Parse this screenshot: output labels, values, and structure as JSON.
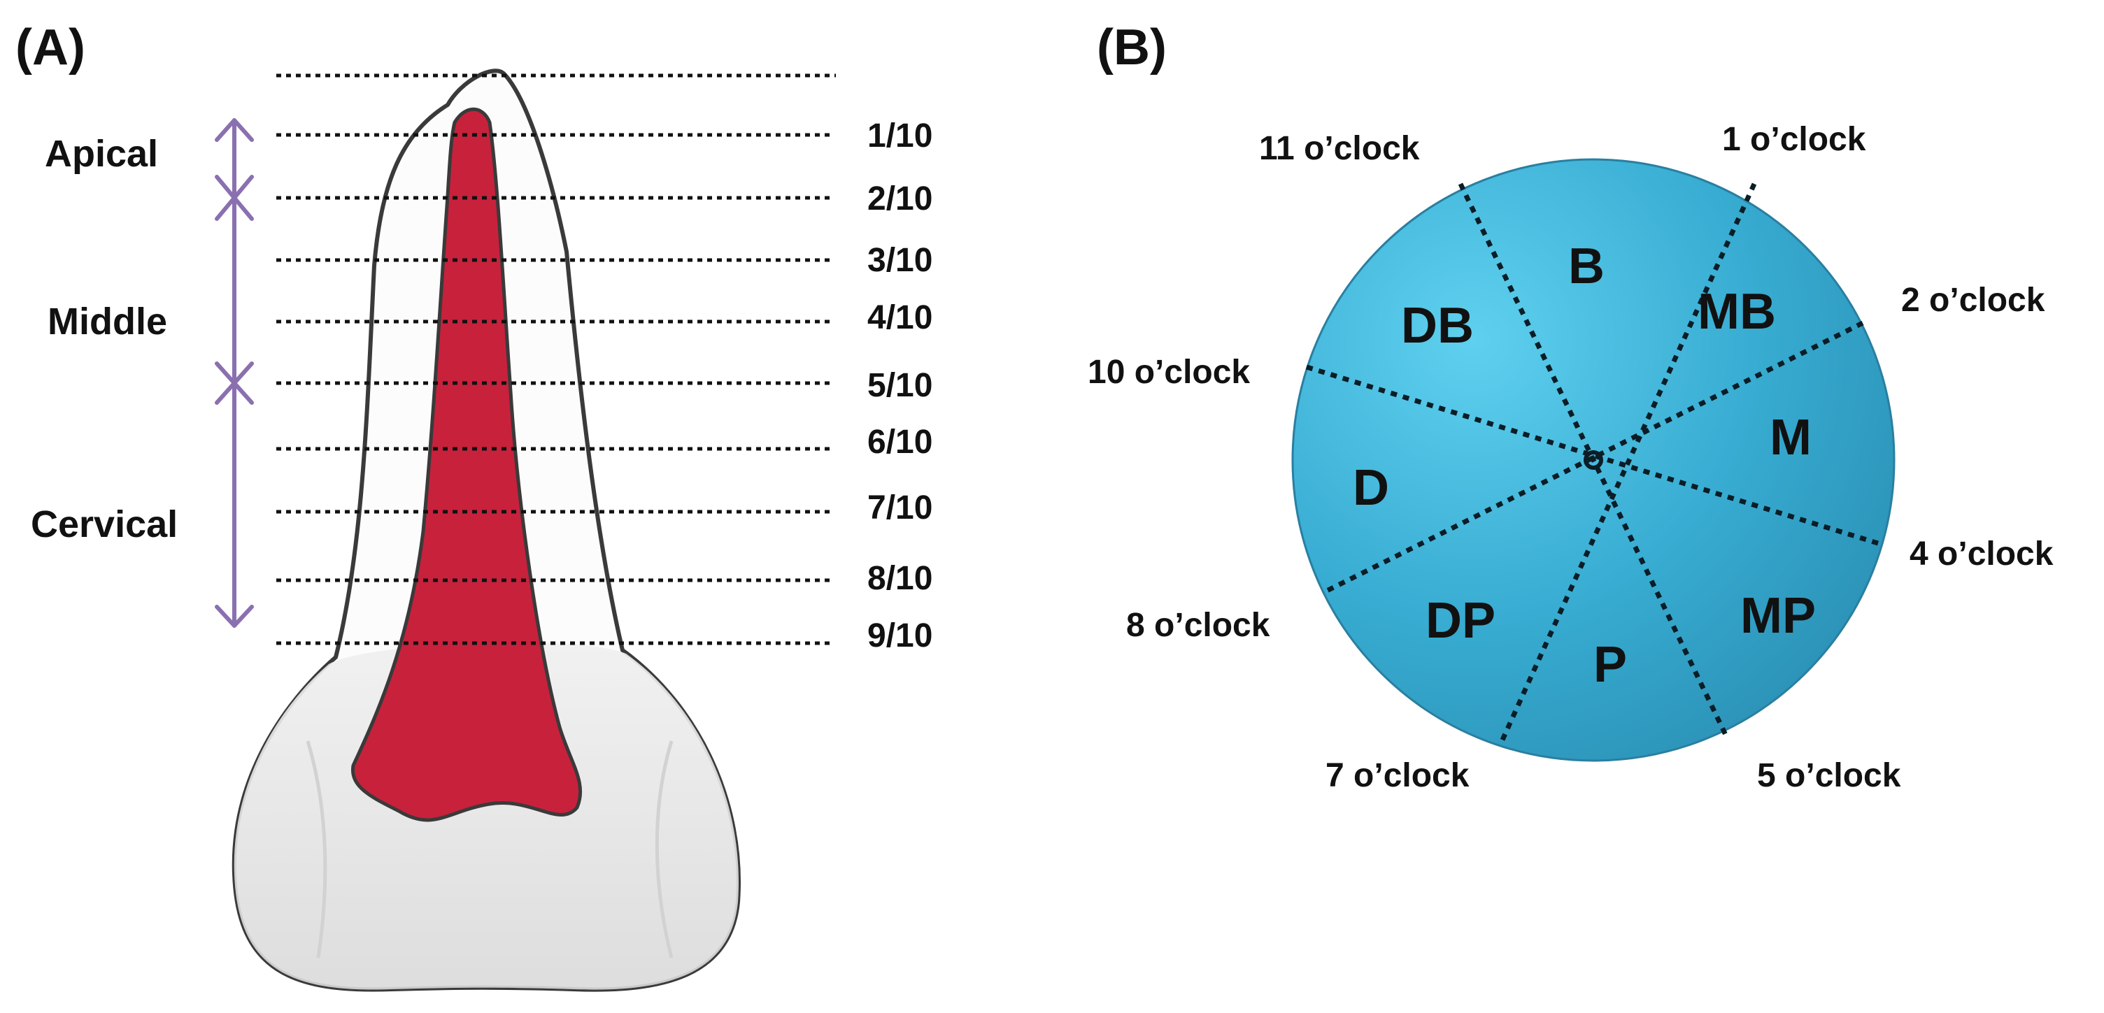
{
  "panel_a": {
    "label": "(A)",
    "zones": [
      {
        "name": "Apical"
      },
      {
        "name": "Middle"
      },
      {
        "name": "Cervical"
      }
    ],
    "fractions": [
      "1/10",
      "2/10",
      "3/10",
      "4/10",
      "5/10",
      "6/10",
      "7/10",
      "8/10",
      "9/10"
    ],
    "colors": {
      "pulp": "#c8213c",
      "arrow": "#8a70b0",
      "enamel": "#e6e6e6"
    }
  },
  "panel_b": {
    "label": "(B)",
    "sectors": [
      "B",
      "MB",
      "M",
      "MP",
      "P",
      "DP",
      "D",
      "DB"
    ],
    "clock_positions": [
      "1 o’clock",
      "2 o’clock",
      "4 o’clock",
      "5 o’clock",
      "7 o’clock",
      "8 o’clock",
      "10 o’clock",
      "11 o’clock"
    ],
    "colors": {
      "disc_light": "#4cc3e6",
      "disc_dark": "#2a8fb3"
    }
  }
}
